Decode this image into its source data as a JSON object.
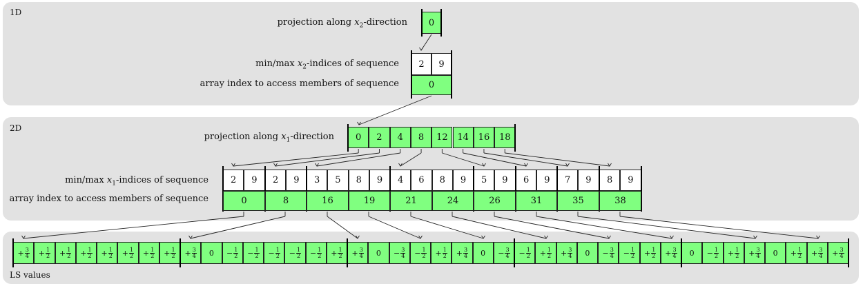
{
  "bands": {
    "b1d": {
      "label": "1D"
    },
    "b2d": {
      "label": "2D"
    },
    "bls": {
      "label": "LS values"
    }
  },
  "labels": {
    "proj_x2": {
      "prefix": "projection along ",
      "var": "x",
      "sub": "2",
      "suffix": "-direction"
    },
    "minmax_x2": {
      "prefix": "min/max ",
      "var": "x",
      "sub": "2",
      "suffix": "-indices of sequence"
    },
    "arr_1d": "array index to access members of sequence",
    "proj_x1": {
      "prefix": "projection along ",
      "var": "x",
      "sub": "1",
      "suffix": "-direction"
    },
    "minmax_x1": {
      "prefix": "min/max ",
      "var": "x",
      "sub": "1",
      "suffix": "-indices of sequence"
    },
    "arr_2d": "array index to access members of sequence"
  },
  "level1d": {
    "projection": [
      "0"
    ],
    "minmax": [
      "2",
      "9"
    ],
    "array_index": [
      "0"
    ]
  },
  "level2d": {
    "projection": [
      "0",
      "2",
      "4",
      "8",
      "12",
      "14",
      "16",
      "18"
    ],
    "sequences": [
      {
        "minmax": [
          "2",
          "9"
        ],
        "array_index": "0"
      },
      {
        "minmax": [
          "2",
          "9"
        ],
        "array_index": "8"
      },
      {
        "minmax": [
          "3",
          "5",
          "8",
          "9"
        ],
        "array_index": "16"
      },
      {
        "minmax": [
          "4",
          "6",
          "8",
          "9"
        ],
        "array_index": "21"
      },
      {
        "minmax": [
          "5",
          "9"
        ],
        "array_index": "26"
      },
      {
        "minmax": [
          "6",
          "9"
        ],
        "array_index": "31"
      },
      {
        "minmax": [
          "7",
          "9"
        ],
        "array_index": "35"
      },
      {
        "minmax": [
          "8",
          "9"
        ],
        "array_index": "38"
      }
    ],
    "array_index_extra": "19",
    "array_index_extra2": "24"
  },
  "ls_values": [
    "+3/4",
    "+1/2",
    "+1/2",
    "+1/2",
    "+1/2",
    "+1/2",
    "+1/2",
    "+1/2",
    "+3/4",
    "0",
    "-1/2",
    "-1/2",
    "-1/2",
    "-1/2",
    "-1/2",
    "+1/2",
    "+3/4",
    "0",
    "-3/4",
    "-1/2",
    "+1/2",
    "+3/4",
    "0",
    "-3/4",
    "-1/2",
    "+1/2",
    "+3/4",
    "0",
    "-3/4",
    "-1/2",
    "+1/2",
    "+3/4",
    "0",
    "-1/2",
    "+1/2",
    "+3/4",
    "0",
    "+1/2",
    "+3/4",
    "+3/4"
  ],
  "colors": {
    "green": "#80ff80",
    "band": "#e2e2e2"
  }
}
